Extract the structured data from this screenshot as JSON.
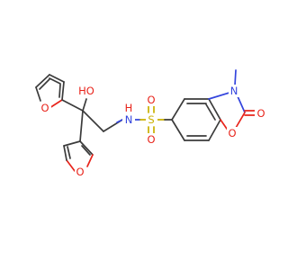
{
  "molecule": {
    "atom_labels": {
      "ho": "HO",
      "n_amide": "N",
      "h_amide": "H",
      "s": "S",
      "o_s_top": "O",
      "o_s_bottom": "O",
      "n_ring": "N",
      "o_carbonyl": "O",
      "o_ring_benz": "O",
      "o_furan2": "O",
      "o_furan3": "O"
    },
    "colors": {
      "carbon_bond": "#3b3b3b",
      "oxygen": "#e8241b",
      "nitrogen": "#3344dd",
      "sulfur": "#c9b000"
    }
  }
}
